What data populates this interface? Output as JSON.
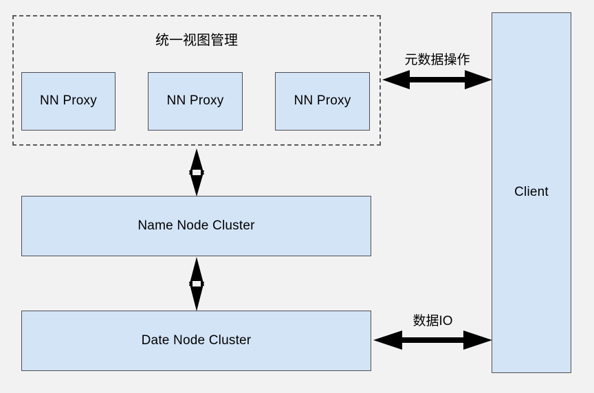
{
  "diagram": {
    "title_group": "统一视图管理",
    "background_color": "#f2f2f2",
    "node_fill_color": "#d4e4f7",
    "node_border_color": "#4d4d52",
    "dashed_border_color": "#5a5a5f",
    "arrow_color": "#000000"
  },
  "nodes": {
    "proxy_1": "NN Proxy",
    "proxy_2": "NN Proxy",
    "proxy_3": "NN Proxy",
    "name_node_cluster": "Name Node Cluster",
    "date_node_cluster": "Date Node Cluster",
    "client": "Client"
  },
  "edges": {
    "metadata_ops": "元数据操作",
    "data_io": "数据IO"
  }
}
